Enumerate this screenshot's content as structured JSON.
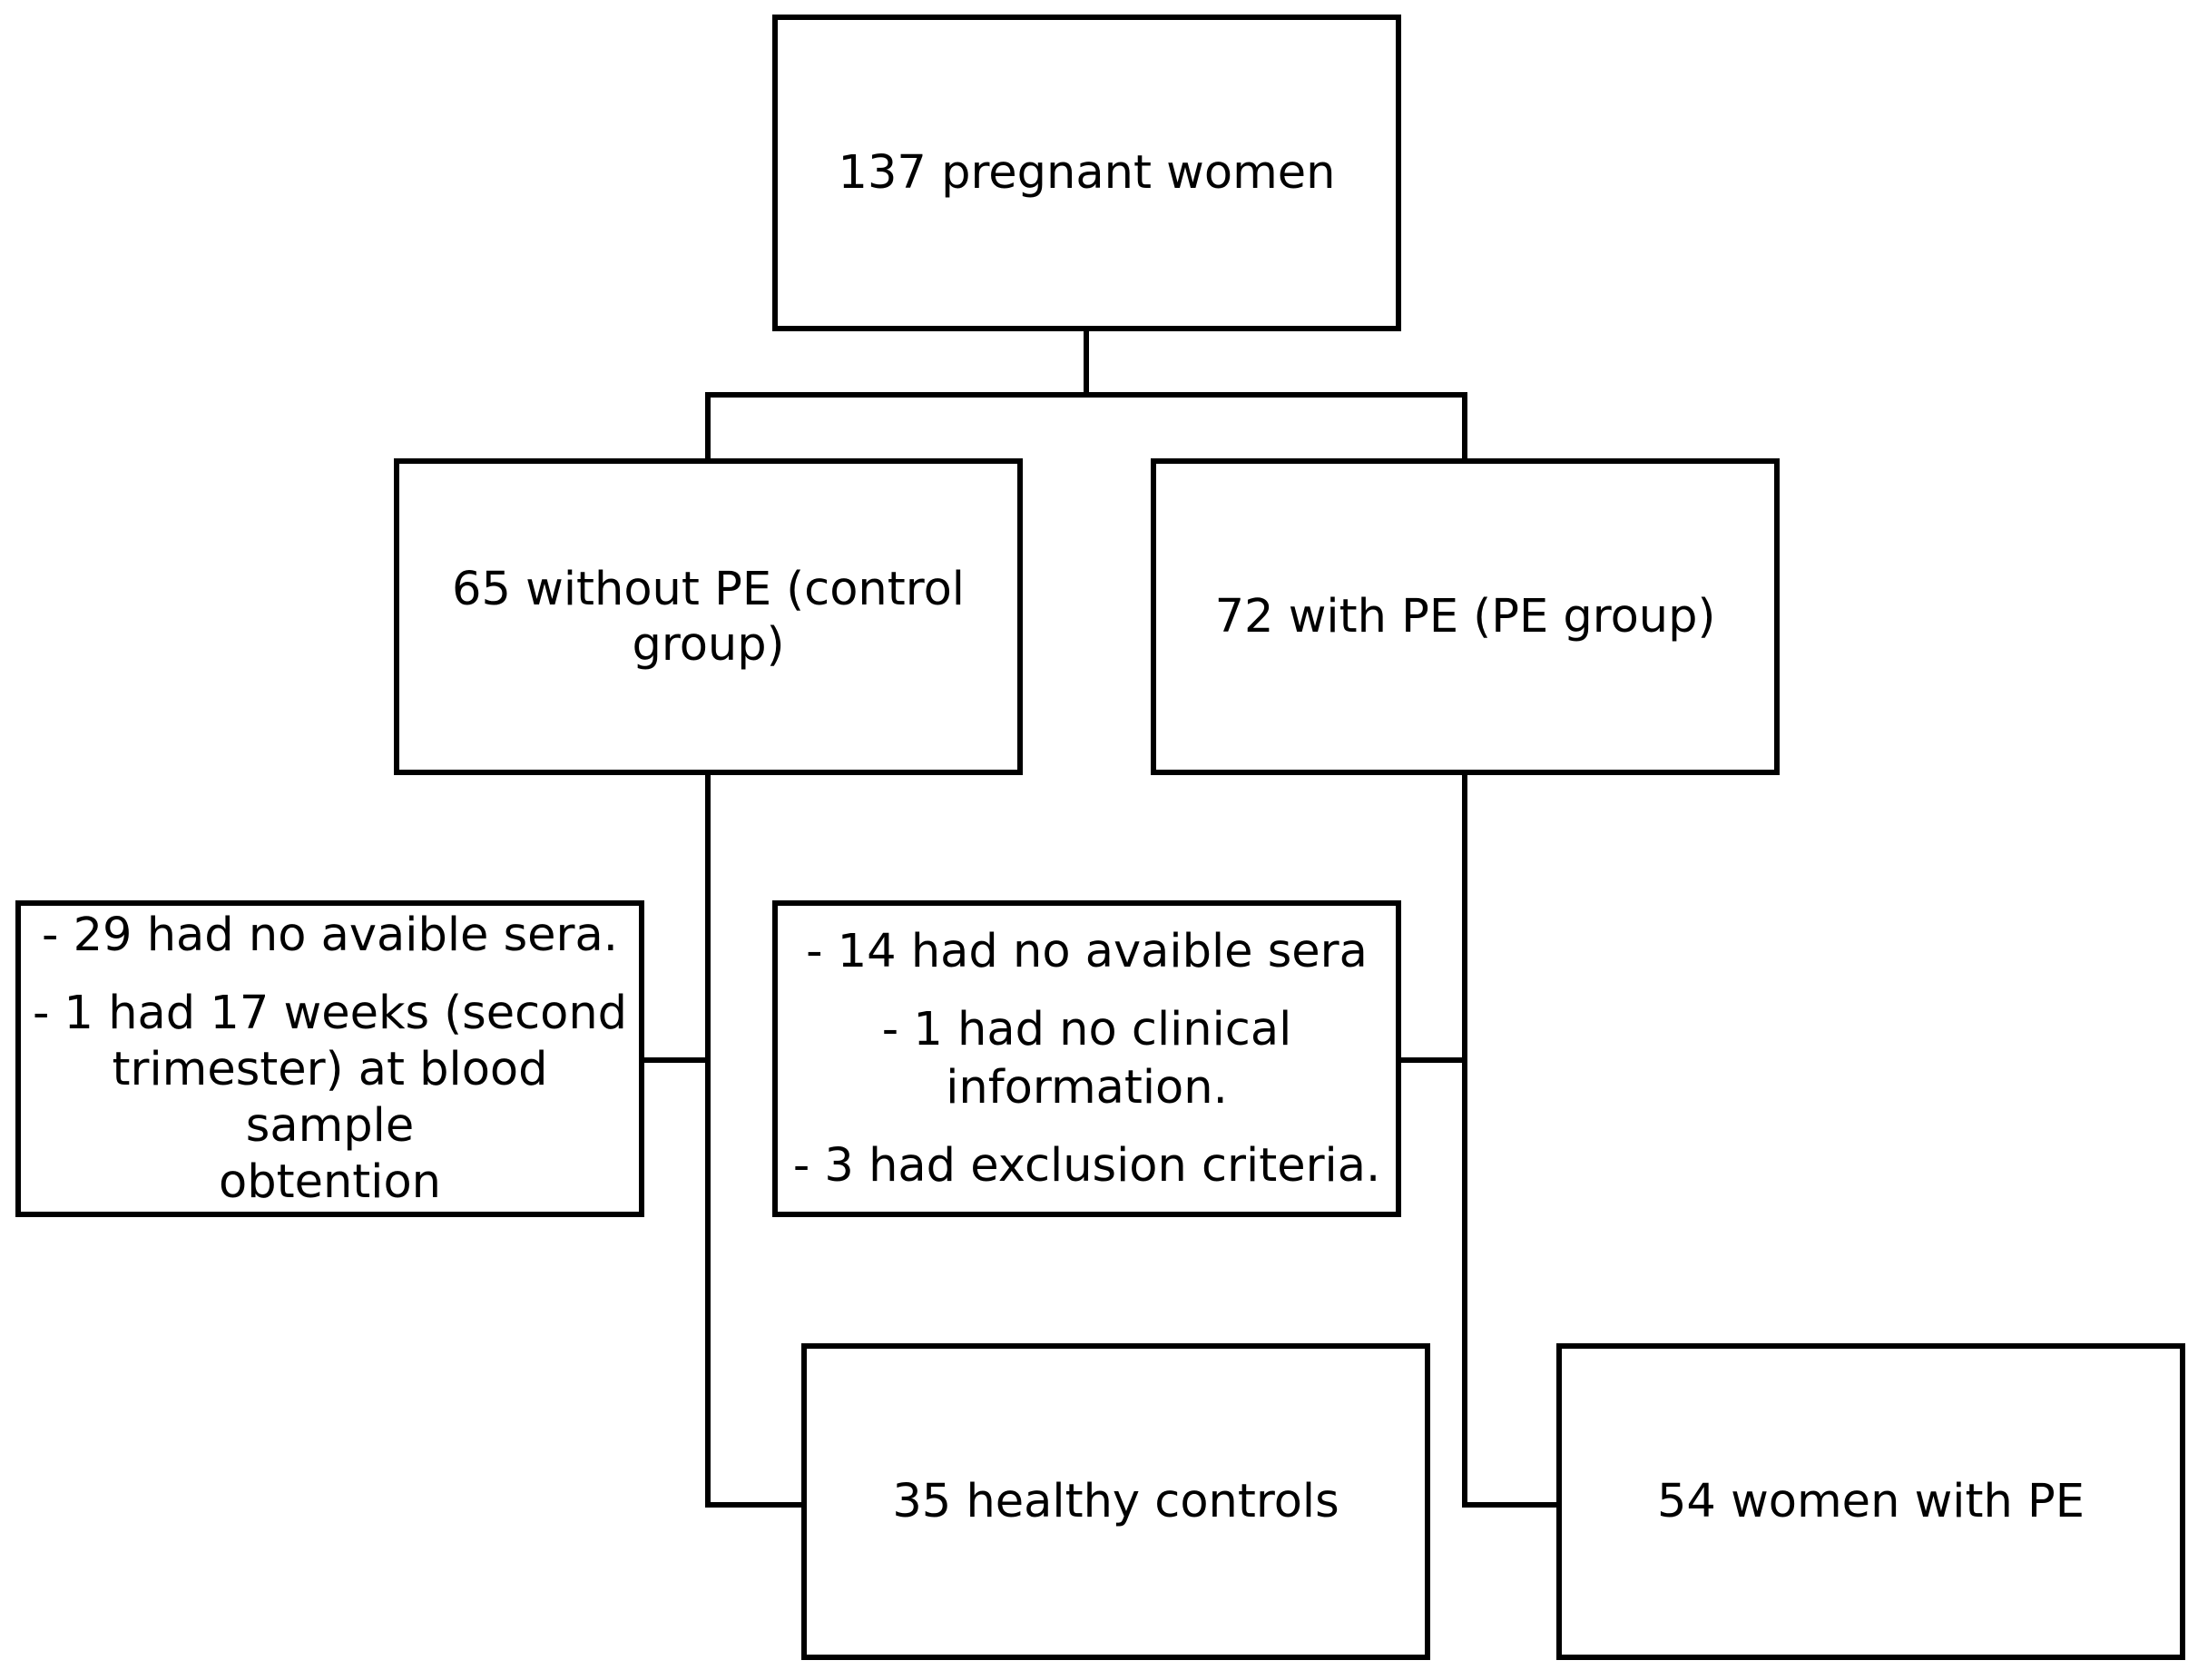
{
  "diagram": {
    "root": {
      "label": "137 pregnant women"
    },
    "control_group": {
      "lines": [
        "65 without PE (control",
        "group)"
      ]
    },
    "pe_group": {
      "label": "72 with PE (PE group)"
    },
    "control_exclusions": {
      "item_1": "- 29 had no avaible sera.",
      "item_2_lines": [
        "- 1 had 17 weeks (second",
        "trimester) at blood sample",
        "obtention"
      ]
    },
    "pe_exclusions": {
      "item_1": "- 14 had no avaible sera",
      "item_2_lines": [
        "- 1 had no clinical",
        "information."
      ],
      "item_3": "-  3 had exclusion criteria."
    },
    "control_final": {
      "label": "35 healthy controls"
    },
    "pe_final": {
      "label": "54 women with PE"
    }
  }
}
